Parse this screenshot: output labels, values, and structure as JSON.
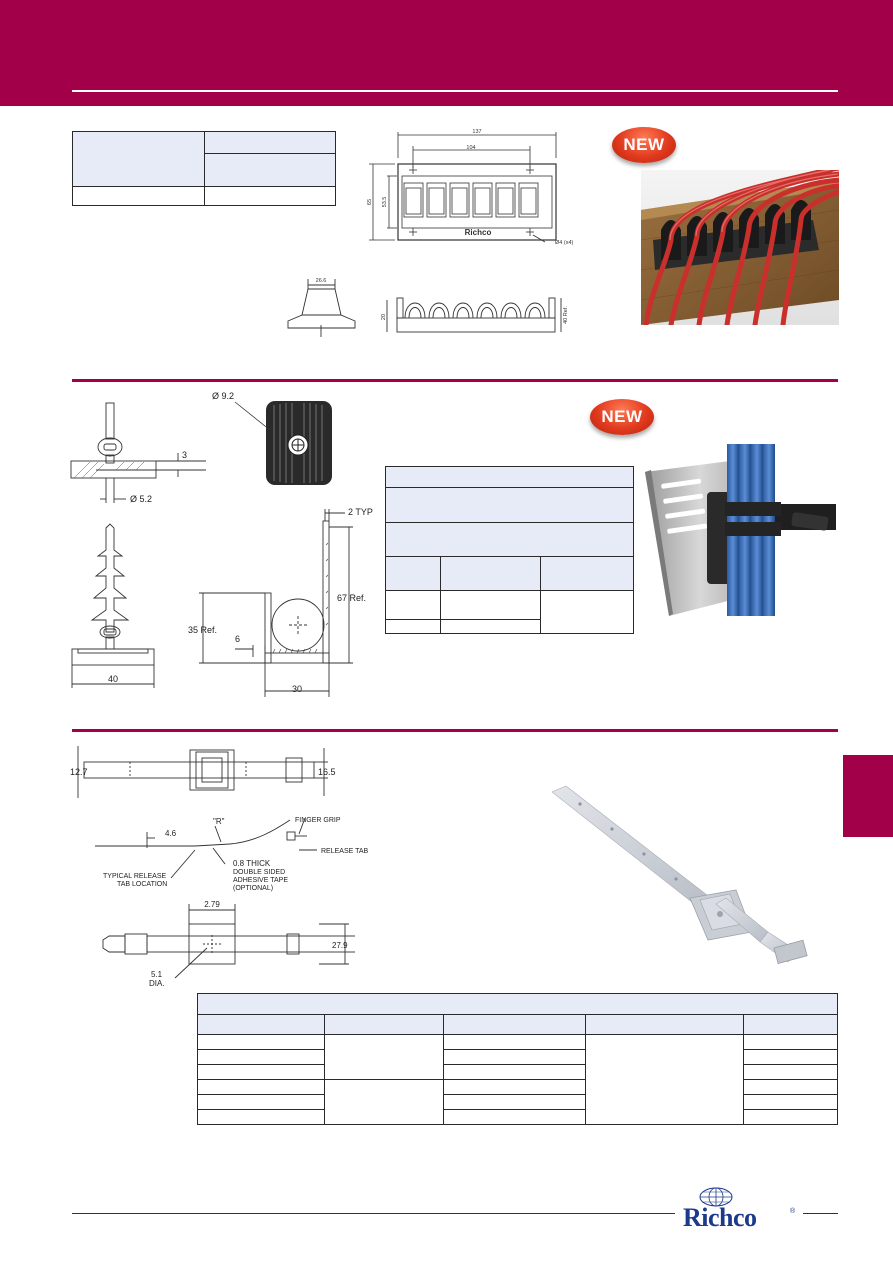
{
  "badges": {
    "new1": "NEW",
    "new2": "NEW"
  },
  "logo": {
    "brand": "Richco",
    "registered": "®"
  },
  "drawing1": {
    "dim_overall_width": "137",
    "dim_hole_spacing": "104",
    "dim_height": "65",
    "dim_inner_height": "53.5",
    "dim_hole": "Ø4 (x4)",
    "embossed_brand": "Richco",
    "dim_profile_width": "26.6",
    "dim_side_height": "20",
    "dim_ref_height": "40 Ref."
  },
  "drawing2": {
    "dim_diameter": "Ø 9.2",
    "dim_thickness": "3",
    "dim_shank": "Ø 5.2",
    "dim_base": "40",
    "dim_typ": "2 TYP",
    "dim_height_ref": "67 Ref.",
    "dim_mid_ref": "35 Ref.",
    "dim_step": "6",
    "dim_width": "30"
  },
  "drawing3": {
    "dim_width_left": "12.7",
    "dim_width_right": "16.5",
    "dim_r": "\"R\"",
    "dim_offset": "4.6",
    "label_finger_grip": "FINGER GRIP",
    "label_release_tab": "RELEASE TAB",
    "label_typical_1": "TYPICAL RELEASE",
    "label_typical_2": "TAB LOCATION",
    "label_tape_1": "0.8 THICK",
    "label_tape_2": "DOUBLE SIDED",
    "label_tape_3": "ADHESIVE TAPE",
    "label_tape_4": "(OPTIONAL)",
    "dim_square": "2.79",
    "dim_height": "27.9",
    "dim_hole_1": "5.1",
    "dim_hole_2": "DIA."
  },
  "colors": {
    "brand": "#a3004a",
    "table_fill": "#e6ebf7"
  }
}
